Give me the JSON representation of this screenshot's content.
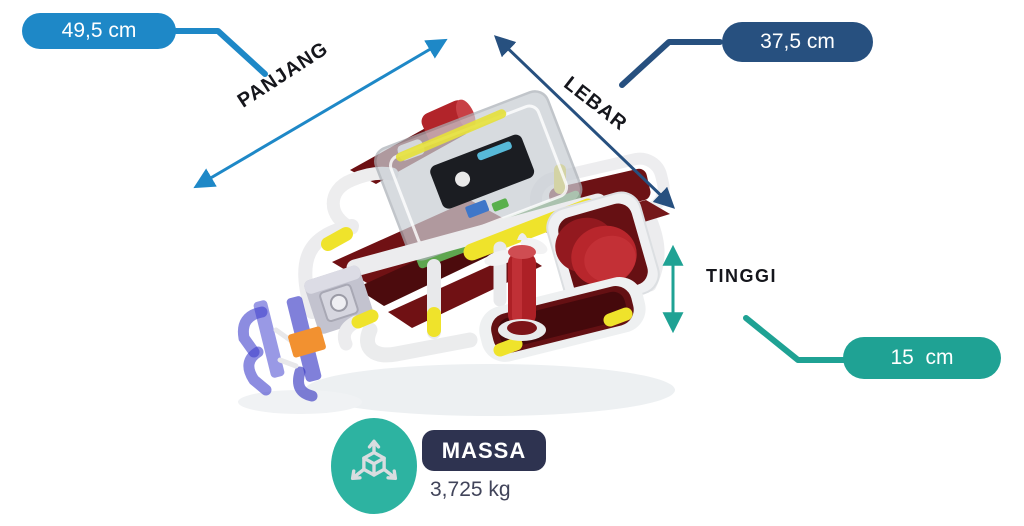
{
  "colors": {
    "accent_blue": "#1e88c7",
    "accent_navy": "#27507f",
    "accent_teal": "#1fa294",
    "teal_bright": "#2db3a1",
    "massa_badge": "#2e3350",
    "label_dark": "#15161c",
    "weight_text": "#41445a"
  },
  "dimensions": {
    "panjang": {
      "label": "PANJANG",
      "value": "49,5 cm"
    },
    "lebar": {
      "label": "LEBAR",
      "value": "37,5 cm"
    },
    "tinggi": {
      "label": "TINGGI",
      "value": "15  cm"
    }
  },
  "mass": {
    "label": "MASSA",
    "value": "3,725 kg",
    "icon": "cube-axes-icon"
  }
}
